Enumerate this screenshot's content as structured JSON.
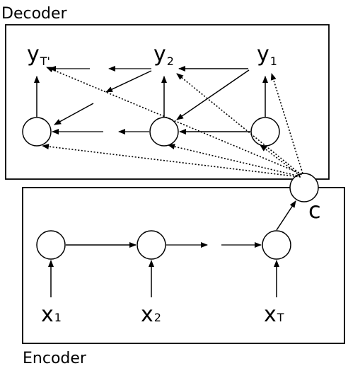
{
  "decoder": {
    "title": "Decoder",
    "outputs": [
      {
        "base": "y",
        "sub": "T'"
      },
      {
        "base": "y",
        "sub": "2"
      },
      {
        "base": "y",
        "sub": "1"
      }
    ]
  },
  "encoder": {
    "title": "Encoder",
    "inputs": [
      {
        "base": "x",
        "sub": "1"
      },
      {
        "base": "x",
        "sub": "2"
      },
      {
        "base": "x",
        "sub": "T"
      }
    ]
  },
  "context": {
    "label": "c"
  },
  "colors": {
    "stroke": "#000000",
    "background": "#ffffff"
  }
}
